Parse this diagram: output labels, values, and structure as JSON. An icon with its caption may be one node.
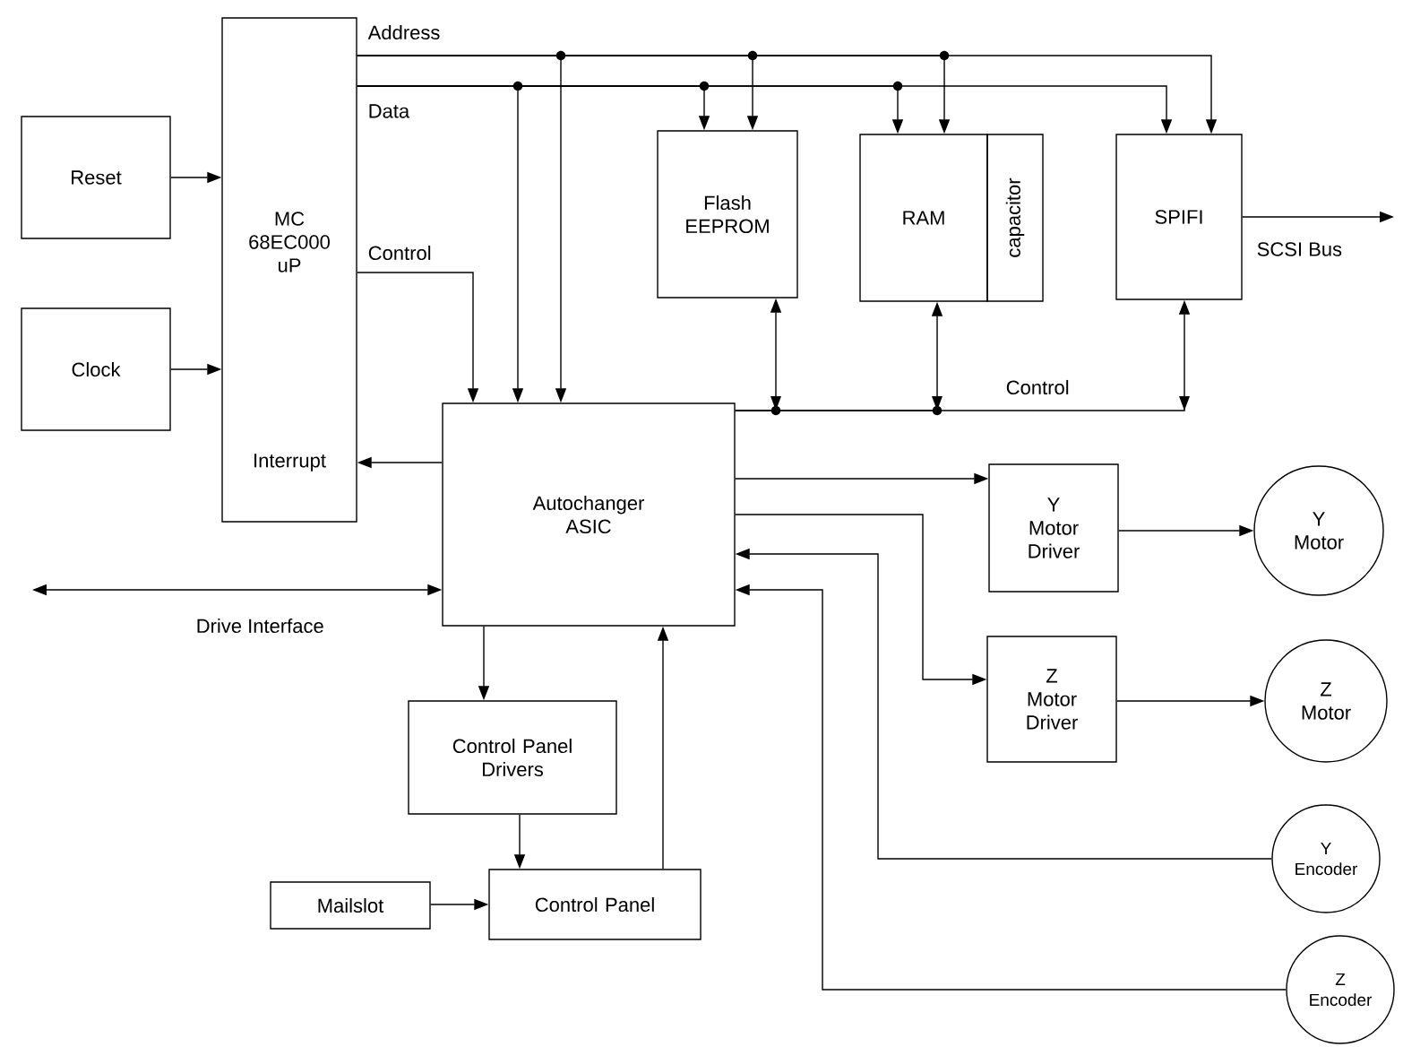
{
  "diagram": {
    "nodes": [
      {
        "text": [
          "Reset"
        ]
      },
      {
        "text": [
          "Clock"
        ]
      },
      {
        "text": [
          "MC 68EC000 uP",
          "Interrupt"
        ]
      },
      {
        "text": [
          "Flash EEPROM"
        ]
      },
      {
        "text": [
          "RAM"
        ]
      },
      {
        "text": [
          "capacitor"
        ]
      },
      {
        "text": [
          "SPIFI"
        ]
      },
      {
        "text": [
          "Autochanger ASIC"
        ]
      },
      {
        "text": [
          "Y Motor Driver"
        ]
      },
      {
        "text": [
          "Z Motor Driver"
        ]
      },
      {
        "text": [
          "Y Motor"
        ]
      },
      {
        "text": [
          "Z Motor"
        ]
      },
      {
        "text": [
          "Y Encoder"
        ]
      },
      {
        "text": [
          "Z Encoder"
        ]
      },
      {
        "text": [
          "Control Panel Drivers"
        ]
      },
      {
        "text": [
          "Control Panel"
        ]
      },
      {
        "text": [
          "Mailslot"
        ]
      }
    ],
    "edges": [
      {
        "from": 0,
        "to": 2,
        "arrow": "to"
      },
      {
        "from": 1,
        "to": 2,
        "arrow": "to"
      },
      {
        "from": 7,
        "to": 2,
        "arrow": "to"
      },
      {
        "from": 2,
        "to": 7,
        "arrow": "to",
        "label": "Control"
      },
      {
        "from": 2,
        "to": 7,
        "arrow": "to",
        "label": "Address"
      },
      {
        "from": 2,
        "to": 3,
        "arrow": "to"
      },
      {
        "from": 2,
        "to": 4,
        "arrow": "to"
      },
      {
        "from": 2,
        "to": 6,
        "arrow": "to"
      },
      {
        "from": 2,
        "to": 7,
        "arrow": "to",
        "label": "Data"
      },
      {
        "from": 2,
        "to": 3,
        "arrow": "to"
      },
      {
        "from": 2,
        "to": 4,
        "arrow": "to"
      },
      {
        "from": 2,
        "to": 6,
        "arrow": "to"
      },
      {
        "from": 7,
        "to": 3,
        "arrow": "to"
      },
      {
        "from": 7,
        "to": 4,
        "arrow": "to"
      },
      {
        "from": 7,
        "to": 6,
        "arrow": "to",
        "label": "Control"
      },
      {
        "from": 6,
        "to": null,
        "arrow": "to",
        "label": "SCSI Bus"
      },
      {
        "from": null,
        "to": 7,
        "arrow": "both",
        "label": "Drive Interface"
      },
      {
        "from": 7,
        "to": 8,
        "arrow": "to"
      },
      {
        "from": 7,
        "to": 9,
        "arrow": "to"
      },
      {
        "from": 8,
        "to": 10,
        "arrow": "to"
      },
      {
        "from": 9,
        "to": 11,
        "arrow": "to"
      },
      {
        "from": 12,
        "to": 7,
        "arrow": "to"
      },
      {
        "from": 13,
        "to": 7,
        "arrow": "to"
      },
      {
        "from": 7,
        "to": 14,
        "arrow": "to"
      },
      {
        "from": 14,
        "to": 15,
        "arrow": "to"
      },
      {
        "from": 16,
        "to": 15,
        "arrow": "to"
      },
      {
        "from": 15,
        "to": 7,
        "arrow": "to"
      }
    ]
  }
}
